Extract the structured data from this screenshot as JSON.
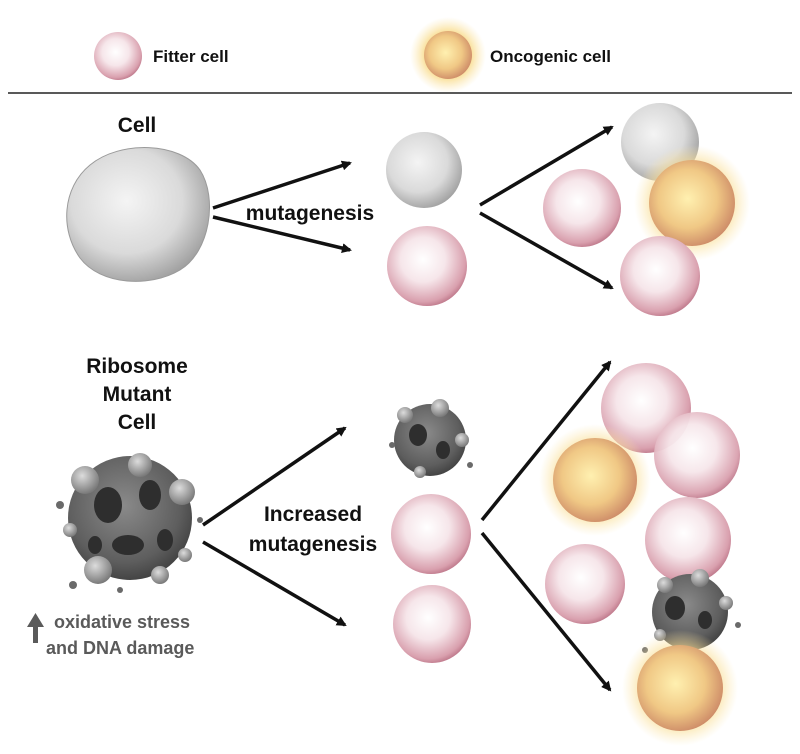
{
  "legend": {
    "fitter_label": "Fitter cell",
    "oncogenic_label": "Oncogenic cell"
  },
  "top_panel": {
    "cell_label": "Cell",
    "process_label": "mutagenesis"
  },
  "bottom_panel": {
    "cell_label_lines": [
      "Ribosome",
      "Mutant",
      "Cell"
    ],
    "process_label_lines": [
      "Increased",
      "mutagenesis"
    ],
    "note_lines": [
      "oxidative stress",
      "and DNA damage"
    ]
  },
  "colors": {
    "text": "#111111",
    "note_text": "#5a5a5a",
    "fitter_rim": "#c07a8c",
    "fitter_center": "#ffffff",
    "oncogenic_rim": "#c58a60",
    "oncogenic_center": "#ffe9a8",
    "oncogenic_glow": "#f8d98a",
    "normal_rim": "#8a8a8a",
    "mutant_body": "#5f5f5f",
    "arrow": "#111111"
  }
}
